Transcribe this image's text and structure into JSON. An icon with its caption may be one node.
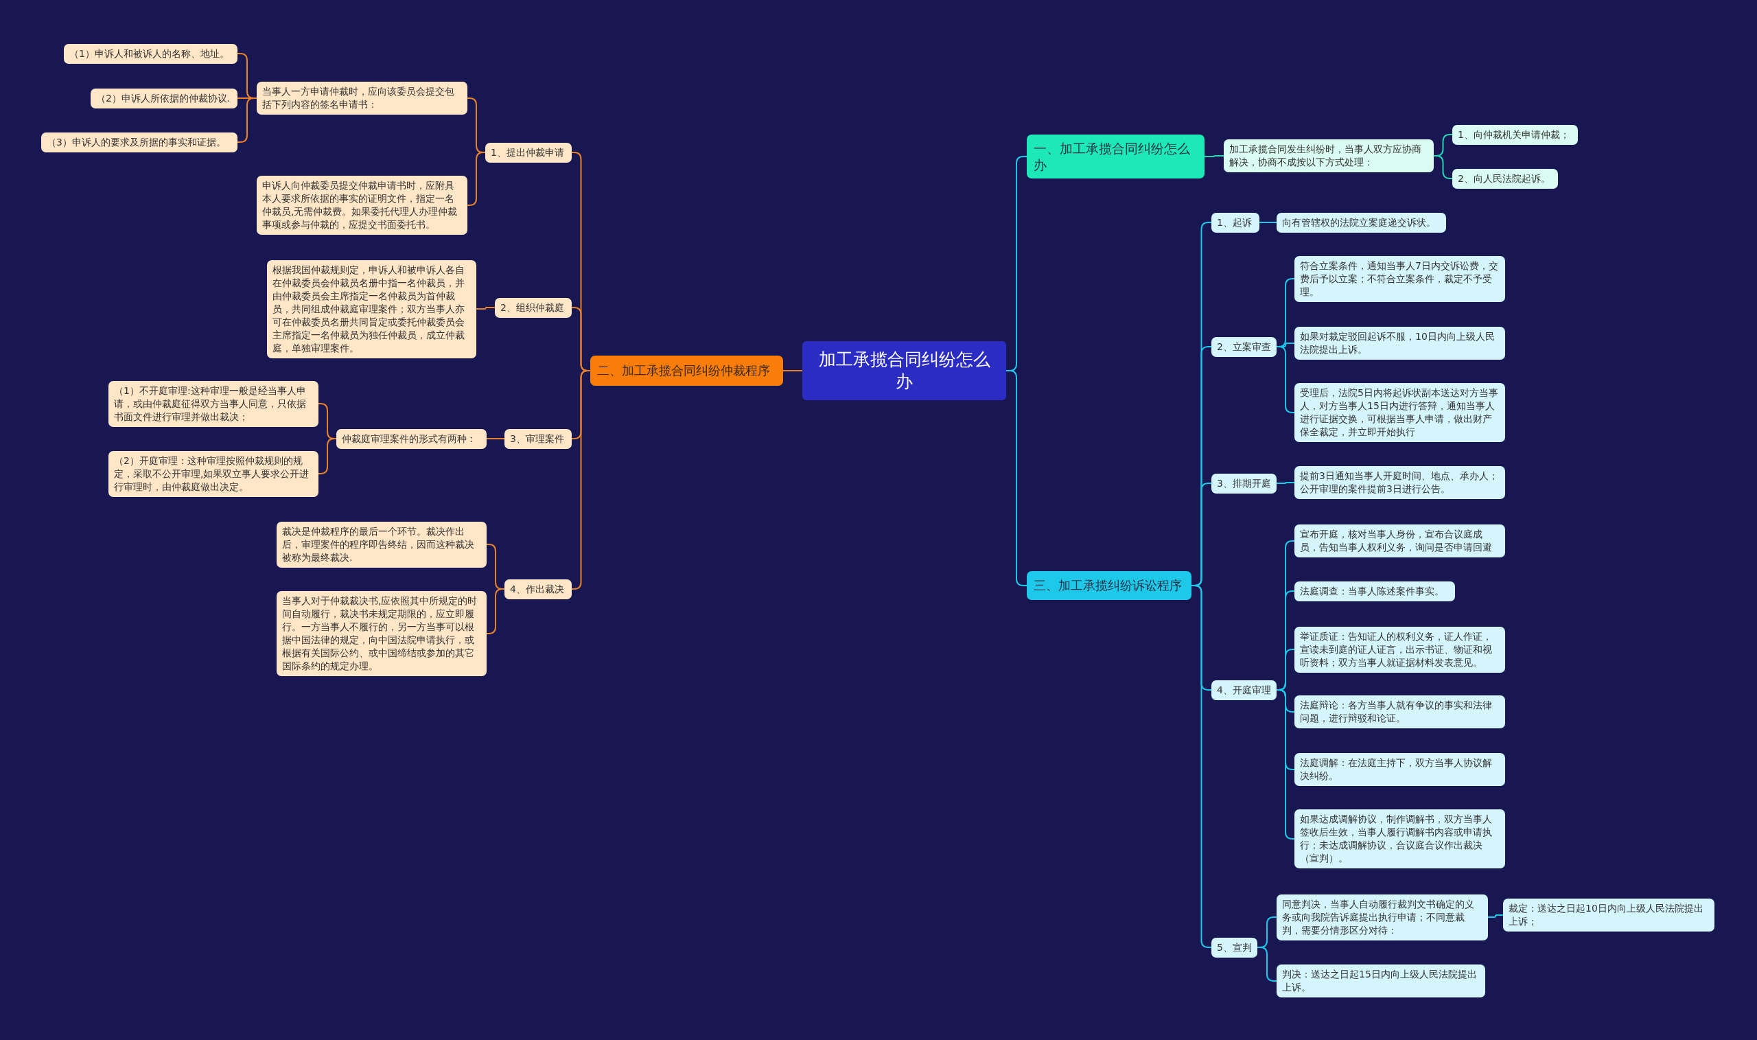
{
  "diagram": {
    "nodes": [
      {
        "text": [
          "加工承揽合同纠纷怎么办"
        ]
      },
      {
        "text": [
          "一、加工承揽合同纠纷怎么办"
        ]
      },
      {
        "text": [
          "加工承揽合同发生纠纷时，当事人双方应协商解决，协商不成按以下方式处理："
        ]
      },
      {
        "text": [
          "1、向仲裁机关申请仲裁；"
        ]
      },
      {
        "text": [
          "2、向人民法院起诉。"
        ]
      },
      {
        "text": [
          "二、加工承揽合同纠纷仲裁程序"
        ]
      },
      {
        "text": [
          "1、提出仲裁申请"
        ]
      },
      {
        "text": [
          "当事人一方申请仲裁时，应向该委员会提交包括下列内容的签名申请书："
        ]
      },
      {
        "text": [
          "（1）申诉人和被诉人的名称、地址。"
        ]
      },
      {
        "text": [
          "（2）申诉人所依据的仲裁协议."
        ]
      },
      {
        "text": [
          "（3）申诉人的要求及所据的事实和证据。"
        ]
      },
      {
        "text": [
          "申诉人向仲裁委员提交仲裁申请书时，应附具本人要求所依据的事实的证明文件，指定一名仲裁员,无需仲裁费。如果委托代理人办理仲裁事项或参与仲裁的，应提交书面委托书。"
        ]
      },
      {
        "text": [
          "2、组织仲裁庭"
        ]
      },
      {
        "text": [
          "根据我国仲裁规则定，申诉人和被申诉人各自在仲裁委员会仲裁员名册中指一名仲裁员，并由仲裁委员会主席指定一名仲裁员为首仲裁员，共同组成仲裁庭审理案件；双方当事人亦可在仲裁委员名册共同旨定或委托仲裁委员会主席指定一名仲裁员为独任仲裁员，成立仲裁庭，单独审理案件。"
        ]
      },
      {
        "text": [
          "3、审理案件"
        ]
      },
      {
        "text": [
          "仲裁庭审理案件的形式有两种："
        ]
      },
      {
        "text": [
          "（1）不开庭审理:这种审理一般是经当事人申请，或由仲裁庭征得双方当事人同意，只依据书面文件进行审理并做出裁决；"
        ]
      },
      {
        "text": [
          "（2）开庭审理：这种审理按照仲裁规则的规定，采取不公开审理,如果双立事人要求公开进行审理时，由仲裁庭做出决定。"
        ]
      },
      {
        "text": [
          "4、作出裁决"
        ]
      },
      {
        "text": [
          "裁决是仲裁程序的最后一个环节。裁决作出后，审理案件的程序即告终结，因而这种裁决被称为最终裁决."
        ]
      },
      {
        "text": [
          "当事人对于仲裁裁决书,应依照其中所规定的时间自动履行，裁决书未规定期限的，应立即履行。一方当事人不履行的，另一方当事可以根据中国法律的规定，向中国法院申请执行，或根据有关国际公约、或中国缔结或参加的其它国际条约的规定办理。"
        ]
      },
      {
        "text": [
          "三、加工承揽纠纷诉讼程序"
        ]
      },
      {
        "text": [
          "1、起诉"
        ]
      },
      {
        "text": [
          "向有管辖权的法院立案庭递交诉状。"
        ]
      },
      {
        "text": [
          "2、立案审查"
        ]
      },
      {
        "text": [
          "符合立案条件，通知当事人7日内交诉讼费，交费后予以立案；不符合立案条件，裁定不予受理。"
        ]
      },
      {
        "text": [
          "如果对裁定驳回起诉不服，10日内向上级人民法院提出上诉。"
        ]
      },
      {
        "text": [
          "受理后，法院5日内将起诉状副本送达对方当事人，对方当事人15日内进行答辩，通知当事人进行证据交换，可根据当事人申请，做出财产保全裁定，并立即开始执行"
        ]
      },
      {
        "text": [
          "3、排期开庭"
        ]
      },
      {
        "text": [
          "提前3日通知当事人开庭时间、地点、承办人；公开审理的案件提前3日进行公告。"
        ]
      },
      {
        "text": [
          "4、开庭审理"
        ]
      },
      {
        "text": [
          "宣布开庭，核对当事人身份，宣布合议庭成员，告知当事人权利义务，询问是否申请回避"
        ]
      },
      {
        "text": [
          "法庭调查：当事人陈述案件事实。"
        ]
      },
      {
        "text": [
          "举证质证：告知证人的权利义务，证人作证，宣读未到庭的证人证言，出示书证、物证和视听资料；双方当事人就证据材料发表意见。"
        ]
      },
      {
        "text": [
          "法庭辩论：各方当事人就有争议的事实和法律问题，进行辩驳和论证。"
        ]
      },
      {
        "text": [
          "法庭调解：在法庭主持下，双方当事人协议解决纠纷。"
        ]
      },
      {
        "text": [
          "如果达成调解协议，制作调解书，双方当事人签收后生效，当事人履行调解书内容或申请执行；未达成调解协议，合议庭合议作出裁决（宣判）。"
        ]
      },
      {
        "text": [
          "5、宣判"
        ]
      },
      {
        "text": [
          "同意判决，当事人自动履行裁判文书确定的义务或向我院告诉庭提出执行申请；不同意裁判，需要分情形区分对待："
        ]
      },
      {
        "text": [
          "裁定：送达之日起10日内向上级人民法院提出上诉；"
        ]
      },
      {
        "text": [
          "判决：送达之日起15日内向上级人民法院提出上诉。"
        ]
      }
    ],
    "edges": [
      {
        "from": 0,
        "to": 1,
        "arrow": "none"
      },
      {
        "from": 0,
        "to": 5,
        "arrow": "none",
        "color": "#e8822a"
      },
      {
        "from": 0,
        "to": 21,
        "arrow": "none"
      },
      {
        "from": 1,
        "to": 2,
        "arrow": "none",
        "color": "#22d6b0"
      },
      {
        "from": 2,
        "to": 3,
        "arrow": "none",
        "color": "#22d6b0"
      },
      {
        "from": 2,
        "to": 4,
        "arrow": "none",
        "color": "#22d6b0"
      },
      {
        "from": 5,
        "to": 6,
        "arrow": "none",
        "color": "#e8822a"
      },
      {
        "from": 5,
        "to": 12,
        "arrow": "none",
        "color": "#e8822a"
      },
      {
        "from": 5,
        "to": 14,
        "arrow": "none",
        "color": "#e8822a"
      },
      {
        "from": 5,
        "to": 18,
        "arrow": "none",
        "color": "#e8822a"
      },
      {
        "from": 6,
        "to": 7,
        "arrow": "none",
        "color": "#e8822a"
      },
      {
        "from": 6,
        "to": 11,
        "arrow": "none",
        "color": "#e8822a"
      },
      {
        "from": 7,
        "to": 8,
        "arrow": "none",
        "color": "#e8822a"
      },
      {
        "from": 7,
        "to": 9,
        "arrow": "none",
        "color": "#e8822a"
      },
      {
        "from": 7,
        "to": 10,
        "arrow": "none",
        "color": "#e8822a"
      },
      {
        "from": 12,
        "to": 13,
        "arrow": "none",
        "color": "#e8822a"
      },
      {
        "from": 14,
        "to": 15,
        "arrow": "none",
        "color": "#e8822a"
      },
      {
        "from": 15,
        "to": 16,
        "arrow": "none",
        "color": "#e8822a"
      },
      {
        "from": 15,
        "to": 17,
        "arrow": "none",
        "color": "#e8822a"
      },
      {
        "from": 18,
        "to": 19,
        "arrow": "none",
        "color": "#e8822a"
      },
      {
        "from": 18,
        "to": 20,
        "arrow": "none",
        "color": "#e8822a"
      },
      {
        "from": 21,
        "to": 22,
        "arrow": "none"
      },
      {
        "from": 21,
        "to": 24,
        "arrow": "none"
      },
      {
        "from": 21,
        "to": 28,
        "arrow": "none"
      },
      {
        "from": 21,
        "to": 30,
        "arrow": "none"
      },
      {
        "from": 21,
        "to": 37,
        "arrow": "none"
      },
      {
        "from": 22,
        "to": 23,
        "arrow": "none"
      },
      {
        "from": 24,
        "to": 25,
        "arrow": "none"
      },
      {
        "from": 24,
        "to": 26,
        "arrow": "none"
      },
      {
        "from": 24,
        "to": 27,
        "arrow": "none"
      },
      {
        "from": 28,
        "to": 29,
        "arrow": "none"
      },
      {
        "from": 30,
        "to": 31,
        "arrow": "none"
      },
      {
        "from": 30,
        "to": 32,
        "arrow": "none"
      },
      {
        "from": 30,
        "to": 33,
        "arrow": "none"
      },
      {
        "from": 30,
        "to": 34,
        "arrow": "none"
      },
      {
        "from": 30,
        "to": 35,
        "arrow": "none"
      },
      {
        "from": 30,
        "to": 36,
        "arrow": "none"
      },
      {
        "from": 37,
        "to": 38,
        "arrow": "none"
      },
      {
        "from": 37,
        "to": 40,
        "arrow": "none"
      },
      {
        "from": 38,
        "to": 39,
        "arrow": "none"
      }
    ]
  }
}
